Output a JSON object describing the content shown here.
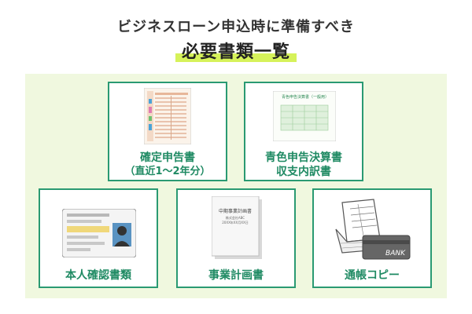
{
  "header": {
    "subtitle": "ビジネスローン申込時に準備すべき",
    "title": "必要書類一覧",
    "highlight_color": "#d6f25a"
  },
  "colors": {
    "accent": "#2a9a72",
    "label": "#1f8a63",
    "panel_bg": "#f0f8df"
  },
  "cards": [
    {
      "label": "確定申告書",
      "sublabel": "（直近1〜2年分）",
      "icon": "tax-return-form-icon"
    },
    {
      "label": "青色申告決算書",
      "sublabel": "収支内訳書",
      "icon": "blue-return-statement-icon",
      "doc_header": "青色申告決算書（一般用）"
    },
    {
      "label": "本人確認書類",
      "icon": "id-card-icon"
    },
    {
      "label": "事業計画書",
      "icon": "business-plan-doc-icon",
      "doc_title": "中期事業計画書",
      "doc_sub1": "株式会社ABC",
      "doc_sub2": "20XX年XX月XX日"
    },
    {
      "label": "通帳コピー",
      "icon": "bankbook-and-card-icon",
      "card_text": "BANK"
    }
  ]
}
